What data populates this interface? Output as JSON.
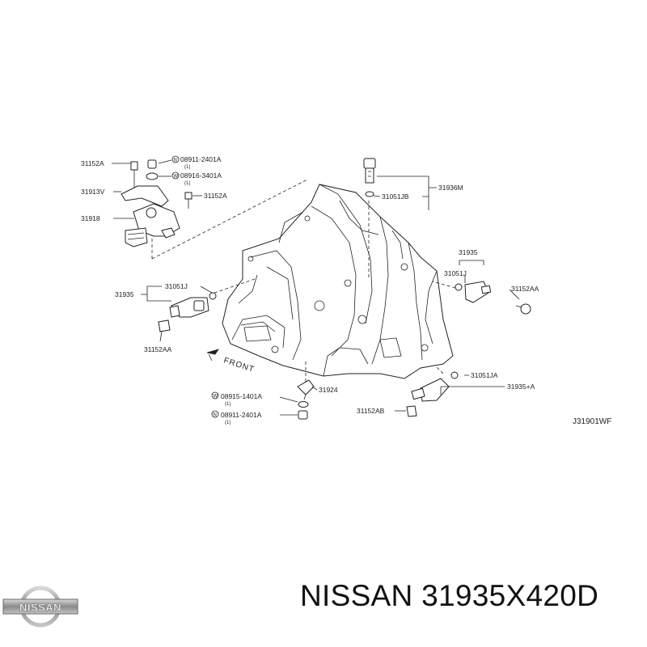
{
  "labels": {
    "p31152A_top": "31152A",
    "p08911_top": "08911-2401A",
    "p08911_top_qty": "(1)",
    "p08916": "08916-3401A",
    "p08916_qty": "(1)",
    "p31913V": "31913V",
    "p31152A_mid": "31152A",
    "p31918": "31918",
    "p31936M": "31936M",
    "p31051JB": "31051JB",
    "p31935_right": "31935",
    "p31051J_right": "31051J",
    "p31152AA_right": "31152AA",
    "p31935_left": "31935",
    "p31051J_left": "31051J",
    "p31152AA_left": "31152AA",
    "p08915": "08915-1401A",
    "p08915_qty": "(1)",
    "p31924": "31924",
    "p08911_bot": "08911-2401A",
    "p08911_bot_qty": "(1)",
    "p31051JA": "31051JA",
    "p31935A": "31935+A",
    "p31152AB": "31152AB",
    "front": "FRONT",
    "drawing_ref": "J31901WF"
  },
  "markers": {
    "n": "N",
    "w": "W"
  },
  "caption": "NISSAN 31935X420D",
  "logo_text": "NISSAN"
}
